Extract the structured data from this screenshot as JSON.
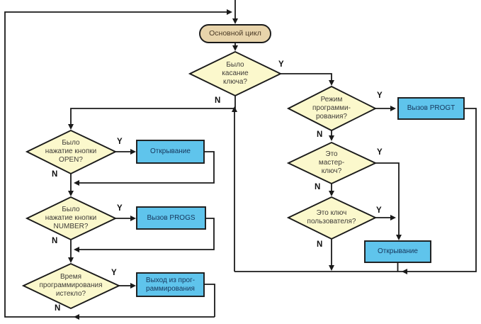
{
  "labels": {
    "yes": "Y",
    "no": "N"
  },
  "nodes": {
    "start": {
      "label": "Основной цикл"
    },
    "key_touch": {
      "label": "Было\nкасание\nключа?"
    },
    "open_btn": {
      "label": "Было\nнажатие кнопки\nOPEN?"
    },
    "open_left": {
      "label": "Открывание"
    },
    "number_btn": {
      "label": "Было\nнажатие кнопки\nNUMBER?"
    },
    "call_progs": {
      "label": "Вызов PROGS"
    },
    "time_expired": {
      "label": "Время\nпрограммирования\nистекло?"
    },
    "exit_prog": {
      "label": "Выход из прог-\nраммирования"
    },
    "prog_mode": {
      "label": "Режим\nпрограмми-\nрования?"
    },
    "call_progt": {
      "label": "Вызов PROGT"
    },
    "master_key": {
      "label": "Это\nмастер-\nключ?"
    },
    "user_key": {
      "label": "Это ключ\nпользователя?"
    },
    "open_right": {
      "label": "Открывание"
    }
  },
  "colors": {
    "decision_fill": "#fbf8cc",
    "process_fill": "#5fc4ec",
    "terminal_fill": "#e8d4ab",
    "line": "#1a1a1a"
  }
}
